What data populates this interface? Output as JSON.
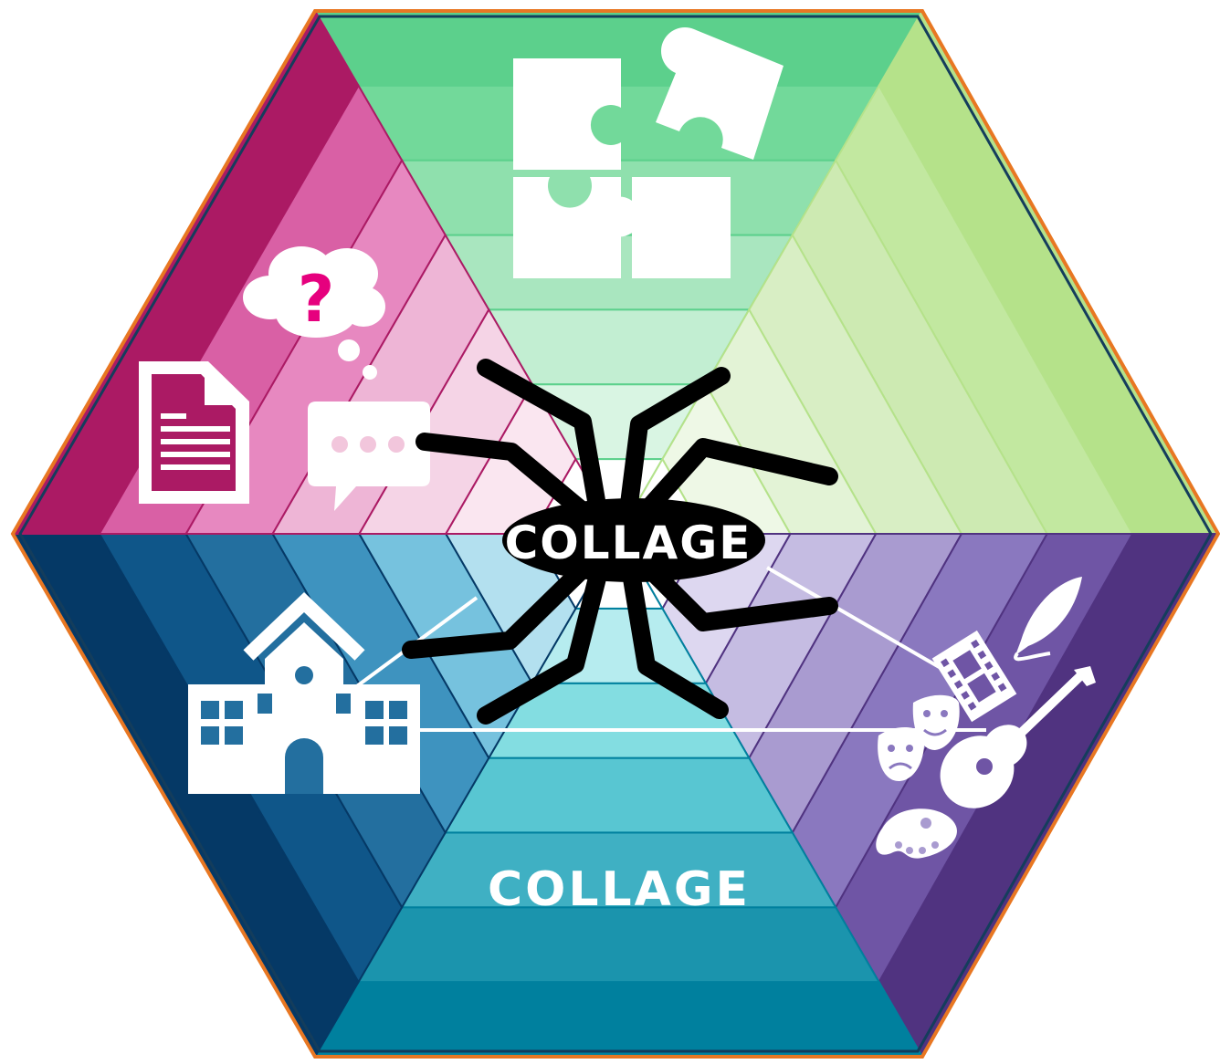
{
  "brand": {
    "spider_label": "COLLAGE",
    "bottom_label": "COLLAGE"
  },
  "frame": {
    "outer_stroke": "#e87722",
    "inner_stroke": "#143d5c"
  },
  "sectors": [
    {
      "id": "top",
      "theme": "puzzle",
      "icons": [
        "puzzle-pieces-icon"
      ],
      "bands": [
        "#5cd08c",
        "#72d99a",
        "#8fe0ad",
        "#a9e6bf",
        "#c2eed2",
        "#d9f5e3",
        "#ffffff"
      ]
    },
    {
      "id": "upper-right",
      "theme": "growth",
      "icons": [],
      "bands": [
        "#b5e28a",
        "#c2e8a0",
        "#cdeab2",
        "#d8eec4",
        "#e3f3d6",
        "#eef8e6",
        "#ffffff"
      ]
    },
    {
      "id": "lower-right",
      "theme": "arts",
      "icons": [
        "quill-icon",
        "film-strip-icon",
        "guitar-icon",
        "theatre-masks-icon",
        "paint-palette-icon"
      ],
      "bands": [
        "#503380",
        "#6f55a5",
        "#8a78bf",
        "#a99bd0",
        "#c5bce2",
        "#ddd7f0",
        "#ffffff"
      ]
    },
    {
      "id": "bottom",
      "theme": "brand",
      "icons": [],
      "bands": [
        "#00809e",
        "#1b94ad",
        "#3fb0c3",
        "#58c6d2",
        "#83dde1",
        "#b6ecef",
        "#ffffff"
      ]
    },
    {
      "id": "lower-left",
      "theme": "school",
      "icons": [
        "school-building-icon"
      ],
      "bands": [
        "#053966",
        "#0f5689",
        "#236f9f",
        "#3e93bf",
        "#76c2de",
        "#b3e0ef",
        "#ffffff"
      ]
    },
    {
      "id": "upper-left",
      "theme": "communication",
      "icons": [
        "document-icon",
        "thought-cloud-question-icon",
        "speech-bubble-icon"
      ],
      "bands": [
        "#ab1a64",
        "#d960a5",
        "#e788c0",
        "#eeb5d6",
        "#f5d4e6",
        "#fae6f0",
        "#ffffff"
      ]
    }
  ],
  "spider": {
    "body_color": "#000000",
    "icon": "spider-icon"
  },
  "accents": {
    "question_mark_color": "#e6007e"
  }
}
